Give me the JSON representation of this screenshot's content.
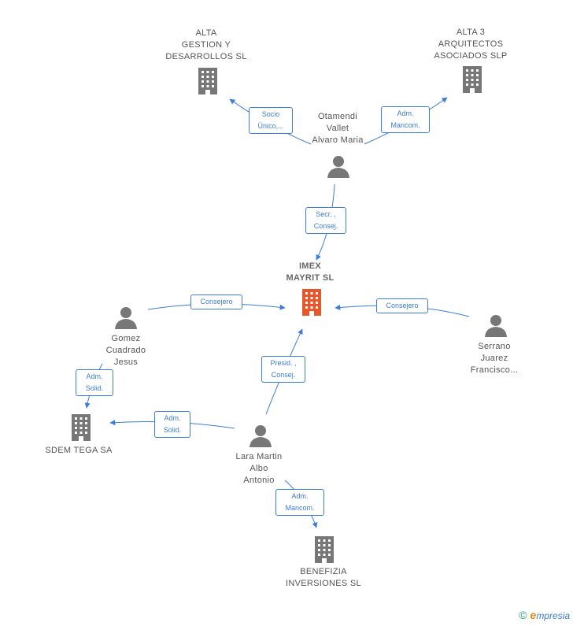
{
  "colors": {
    "edge": "#3b7dd8",
    "node": "#777777",
    "main_node": "#e8562a",
    "text": "#555555"
  },
  "nodes": {
    "alta_gestion": {
      "lines": [
        "ALTA",
        "GESTION Y",
        "DESARROLLOS SL"
      ],
      "icon": "building-icon"
    },
    "alta3": {
      "lines": [
        "ALTA 3",
        "ARQUITECTOS",
        "ASOCIADOS SLP"
      ],
      "icon": "building-icon"
    },
    "otamendi": {
      "lines": [
        "Otamendi",
        "Vallet",
        "Alvaro Maria"
      ],
      "icon": "person-icon"
    },
    "imex": {
      "lines": [
        "IMEX",
        "MAYRIT SL"
      ],
      "icon": "building-icon"
    },
    "gomez": {
      "lines": [
        "Gomez",
        "Cuadrado",
        "Jesus"
      ],
      "icon": "person-icon"
    },
    "serrano": {
      "lines": [
        "Serrano",
        "Juarez",
        "Francisco..."
      ],
      "icon": "person-icon"
    },
    "sdem": {
      "lines": [
        "SDEM TEGA SA"
      ],
      "icon": "building-icon"
    },
    "lara": {
      "lines": [
        "Lara Martin",
        "Albo",
        "Antonio"
      ],
      "icon": "person-icon"
    },
    "benefizia": {
      "lines": [
        "BENEFIZIA",
        "INVERSIONES SL"
      ],
      "icon": "building-icon"
    }
  },
  "edges": {
    "otamendi_alta_gestion": [
      "Socio",
      "Único,..."
    ],
    "otamendi_alta3": [
      "Adm.",
      "Mancom."
    ],
    "otamendi_imex": [
      "Secr. ,",
      "Consej."
    ],
    "gomez_imex": [
      "Consejero"
    ],
    "serrano_imex": [
      "Consejero"
    ],
    "gomez_sdem": [
      "Adm.",
      "Solid."
    ],
    "lara_imex": [
      "Presid. ,",
      "Consej."
    ],
    "lara_sdem": [
      "Adm.",
      "Solid."
    ],
    "lara_benefizia": [
      "Adm.",
      "Mancom."
    ]
  },
  "footer": {
    "copyright": "©",
    "brand_first": "e",
    "brand_rest": "mpresia"
  }
}
